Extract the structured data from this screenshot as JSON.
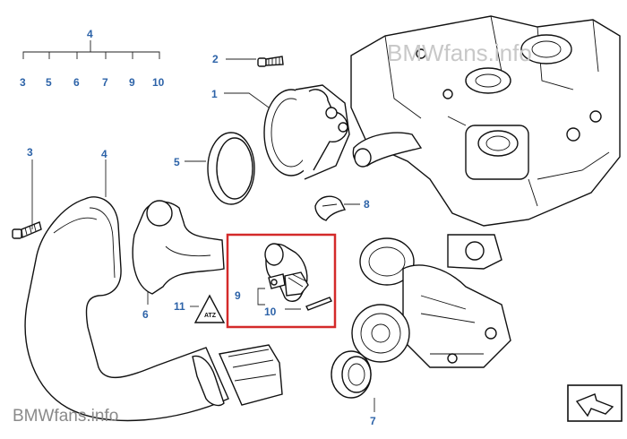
{
  "callouts": {
    "c4_top": "4",
    "c3_top": "3",
    "c5_top": "5",
    "c6_top": "6",
    "c7_top": "7",
    "c9_top": "9",
    "c10_top": "10",
    "c2": "2",
    "c1": "1",
    "c5": "5",
    "c3": "3",
    "c4": "4",
    "c8": "8",
    "c9": "9",
    "c10": "10",
    "c6": "6",
    "c11": "11",
    "c7": "7"
  },
  "watermark": {
    "bottom": "BMWfans.info",
    "top": "BMWfans.info"
  },
  "warning_label": "ATZ",
  "colors": {
    "callout": "#2d63a8",
    "highlight": "#d42a2a",
    "line": "#111111",
    "watermark": "#8a8a8a"
  }
}
